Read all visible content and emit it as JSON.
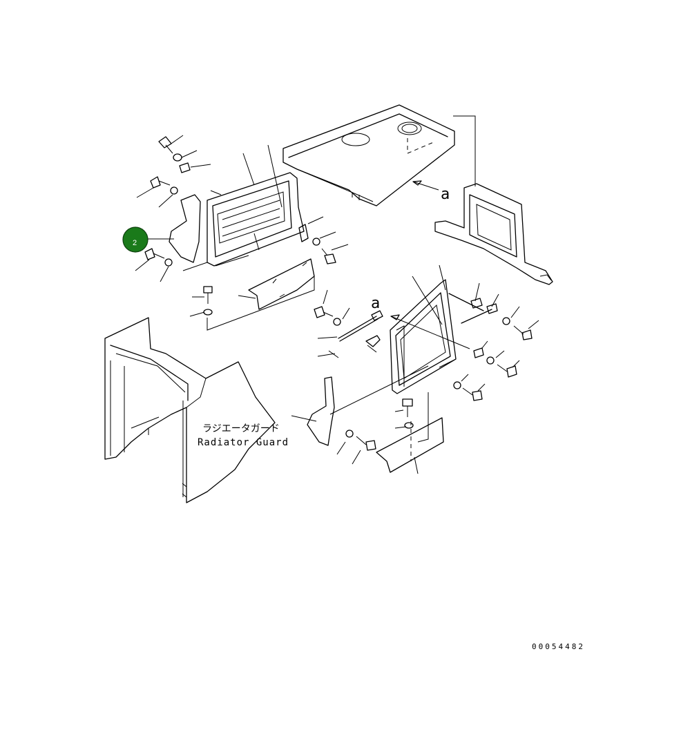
{
  "labels": {
    "radiator_guard_jp": "ラジエータガード",
    "radiator_guard_en": "Radiator Guard",
    "view_marker_upper": "a",
    "view_marker_lower": "a",
    "drawing_number": "00054482"
  },
  "callouts": [
    {
      "number": "2",
      "color": "#1a7a1a"
    }
  ]
}
